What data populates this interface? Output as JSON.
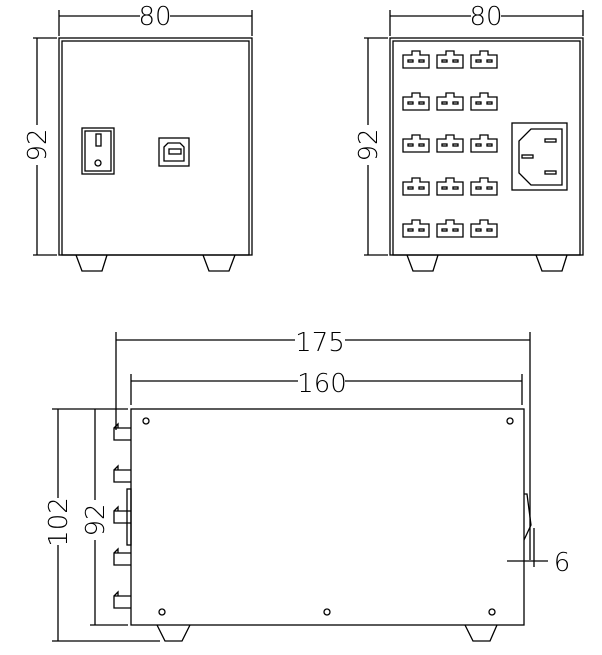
{
  "front_view": {
    "width_label": "80",
    "height_label": "92"
  },
  "rear_view": {
    "width_label": "80",
    "height_label": "92",
    "connector_rows": 5,
    "connector_cols": 3
  },
  "side_view": {
    "overall_length_label": "175",
    "body_length_label": "160",
    "overall_height_label": "102",
    "body_height_label": "92",
    "switch_protrusion_label": "6"
  }
}
